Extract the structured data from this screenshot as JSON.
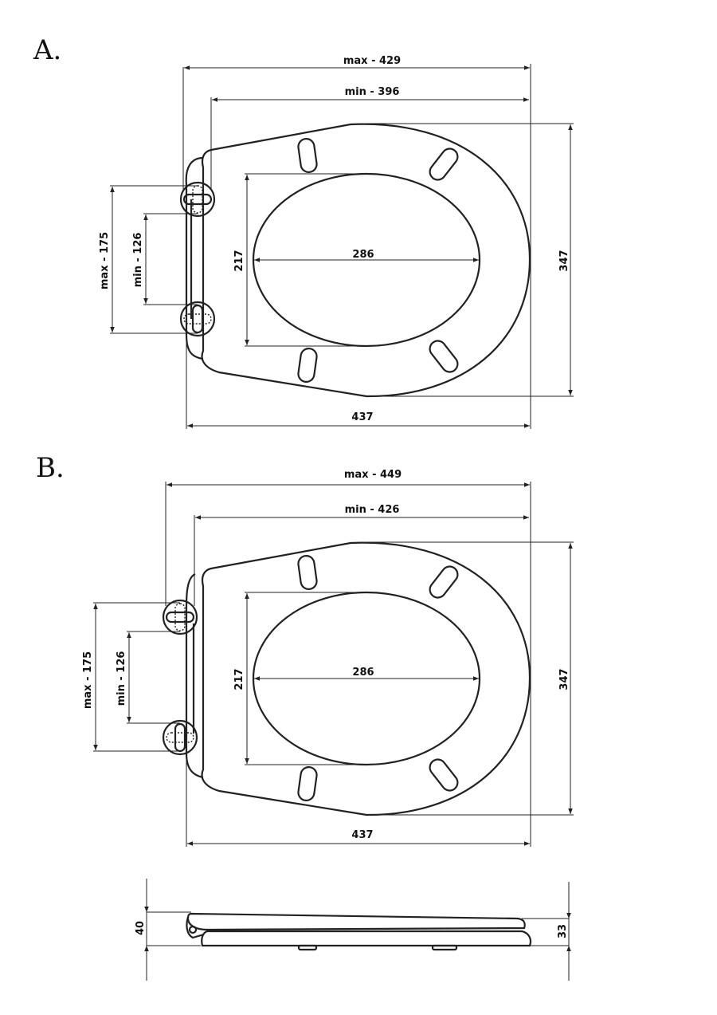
{
  "sections": {
    "a": {
      "label": "A.",
      "max_width": "max - 429",
      "min_width": "min - 396",
      "max_hinge": "max - 175",
      "min_hinge": "min - 126",
      "inner_height": "217",
      "inner_width": "286",
      "outer_height": "347",
      "outer_width": "437"
    },
    "b": {
      "label": "B.",
      "max_width": "max - 449",
      "min_width": "min - 426",
      "max_hinge": "max - 175",
      "min_hinge": "min - 126",
      "inner_height": "217",
      "inner_width": "286",
      "outer_height": "347",
      "outer_width": "437"
    },
    "side": {
      "total_height": "40",
      "seat_height": "33"
    }
  }
}
